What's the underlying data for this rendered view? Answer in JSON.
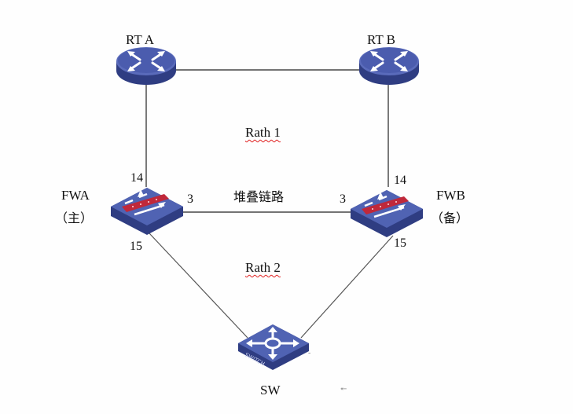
{
  "diagram": {
    "nodes": {
      "rta": {
        "label": "RT A",
        "type": "router"
      },
      "rtb": {
        "label": "RT B",
        "type": "router"
      },
      "fwa": {
        "label": "FWA",
        "role": "（主）",
        "type": "firewall"
      },
      "fwb": {
        "label": "FWB",
        "role": "（备）",
        "type": "firewall"
      },
      "sw": {
        "label": "SW",
        "type": "switch",
        "device_text": "SWITCH"
      }
    },
    "links": [
      {
        "from": "RT A",
        "to": "RT B"
      },
      {
        "from": "RT A",
        "to": "FWA",
        "to_port": "14"
      },
      {
        "from": "RT B",
        "to": "FWB",
        "to_port": "14"
      },
      {
        "from": "FWA",
        "from_port": "3",
        "to": "FWB",
        "to_port": "3",
        "label": "堆叠链路"
      },
      {
        "from": "FWA",
        "from_port": "15",
        "to": "SW"
      },
      {
        "from": "FWB",
        "from_port": "15",
        "to": "SW"
      }
    ],
    "paths": {
      "path1": "Rath 1",
      "path2": "Rath 2"
    },
    "ports": {
      "fwa_up": "14",
      "fwa_right": "3",
      "fwa_down": "15",
      "fwb_up": "14",
      "fwb_left": "3",
      "fwb_down": "15"
    },
    "stack_link_label": "堆叠链路",
    "stray_marks": {
      "cursor_mark": "↞",
      "dot": "-"
    },
    "colors": {
      "device_top": "#4a5ba8",
      "device_side": "#2f3d82",
      "firewall_bar": "#c0283a",
      "line": "#222222"
    }
  }
}
